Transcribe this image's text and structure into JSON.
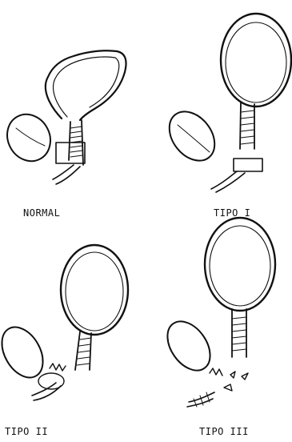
{
  "labels": {
    "normal": "NORMAL",
    "tipo_1": "TIPO I",
    "tipo_2": "TIPO II",
    "tipo_3": "TIPO III"
  },
  "colors": {
    "ink": "#111111",
    "paper": "#ffffff"
  }
}
